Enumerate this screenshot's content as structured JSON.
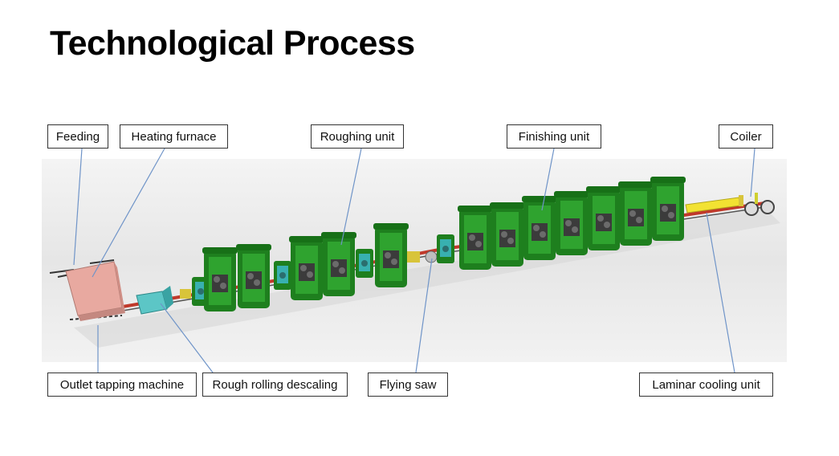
{
  "slide": {
    "title": "Technological Process"
  },
  "labels": {
    "feeding": "Feeding",
    "heating_furnace": "Heating furnace",
    "roughing_unit": "Roughing unit",
    "finishing_unit": "Finishing unit",
    "coiler": "Coiler",
    "outlet_tapping_machine": "Outlet tapping machine",
    "rough_rolling_descaling": "Rough rolling descaling",
    "flying_saw": "Flying saw",
    "laminar_cooling_unit": "Laminar cooling unit"
  },
  "colors": {
    "stand_green": "#1f8a1f",
    "furnace_pink": "#e8a9a0",
    "descaler_cyan": "#5cc6c6",
    "rail_red": "#c0392b",
    "cooling_yellow": "#f2e232",
    "leader_line": "#6f94c8"
  }
}
